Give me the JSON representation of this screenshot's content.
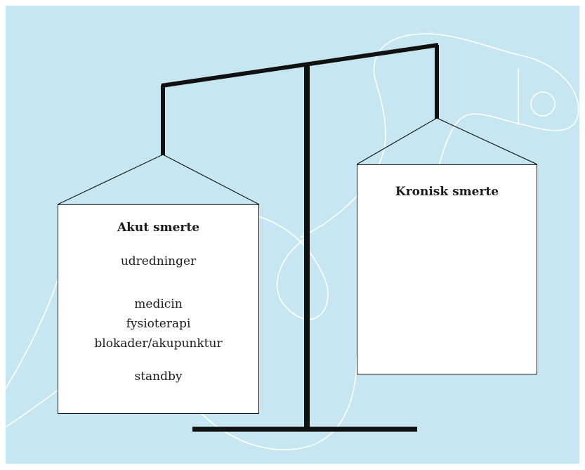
{
  "colors": {
    "background": "#c6e7f1",
    "beam": "#111111",
    "swirl": "#ffffff",
    "box_fill": "#ffffff"
  },
  "left_pan": {
    "title": "Akut smerte",
    "items": [
      "udredninger",
      "medicin",
      "fysioterapi",
      "blokader/akupunktur",
      "standby"
    ]
  },
  "right_pan": {
    "title": "Kronisk smerte"
  }
}
